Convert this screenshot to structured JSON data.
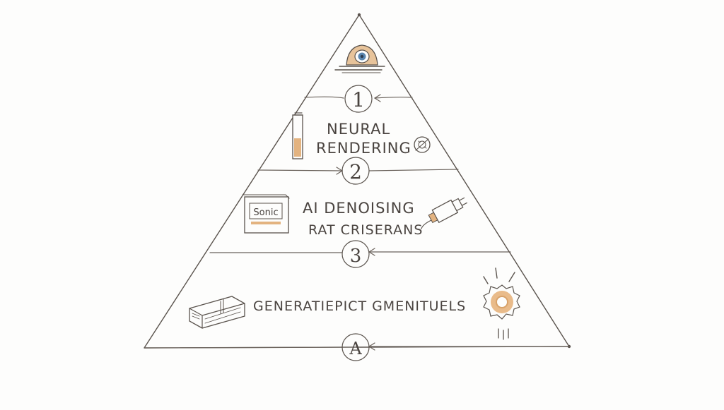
{
  "colors": {
    "ink": "#5a534d",
    "accent": "#e0b98a",
    "accent_dark": "#c9935a",
    "eye_blue": "#5a86b0",
    "background": "#fdfdfc"
  },
  "tiers": [
    {
      "number": "1",
      "label_lines": []
    },
    {
      "number": "2",
      "label_lines": [
        "NEURAL",
        "RENDERING"
      ]
    },
    {
      "number": "3",
      "label_lines": [
        "AI DENOISING",
        "RAT CRISERANS"
      ]
    },
    {
      "number": "A",
      "label_lines": [
        "GENERATIEPICT GMENITUELS"
      ]
    }
  ],
  "book_label": "Sonic",
  "icons": [
    "eye-icon",
    "tube-icon",
    "gear-icon",
    "book-icon",
    "plug-icon",
    "block-icon",
    "sun-icon"
  ]
}
